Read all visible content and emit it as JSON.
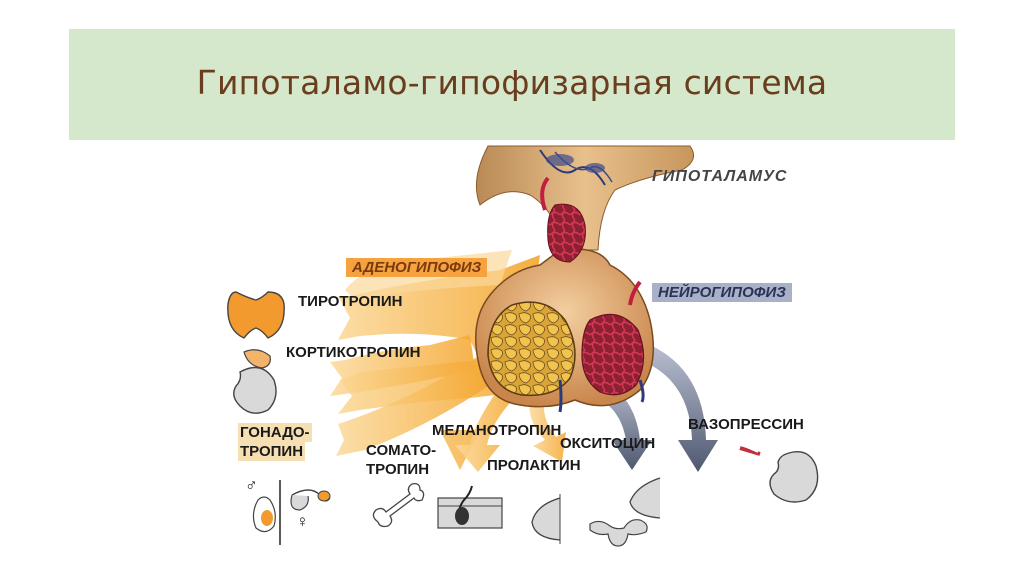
{
  "slide": {
    "title": "Гипоталамо-гипофизарная система"
  },
  "regions": {
    "hypothalamus": "ГИПОТАЛАМУС",
    "adenohypophysis": "АДЕНОГИПОФИЗ",
    "neurohypophysis": "НЕЙРОГИПОФИЗ"
  },
  "hormones": {
    "thyrotropin": "ТИРОТРОПИН",
    "corticotropin": "КОРТИКОТРОПИН",
    "gonadotropin_line1": "ГОНАДО-",
    "gonadotropin_line2": "ТРОПИН",
    "somatotropin_line1": "СОМАТО-",
    "somatotropin_line2": "ТРОПИН",
    "melanotropin": "МЕЛАНОТРОПИН",
    "prolactin": "ПРОЛАКТИН",
    "oxytocin": "ОКСИТОЦИН",
    "vasopressin": "ВАЗОПРЕССИН"
  },
  "symbols": {
    "male": "♂",
    "female": "♀"
  },
  "colors": {
    "banner": "#d6e8cb",
    "title": "#6a3d1f",
    "orange_arrow": "#f2b24a",
    "grey_arrow": "#5c6479",
    "organ_orange": "#f29a2e",
    "organ_grey": "#d9d9d9"
  }
}
